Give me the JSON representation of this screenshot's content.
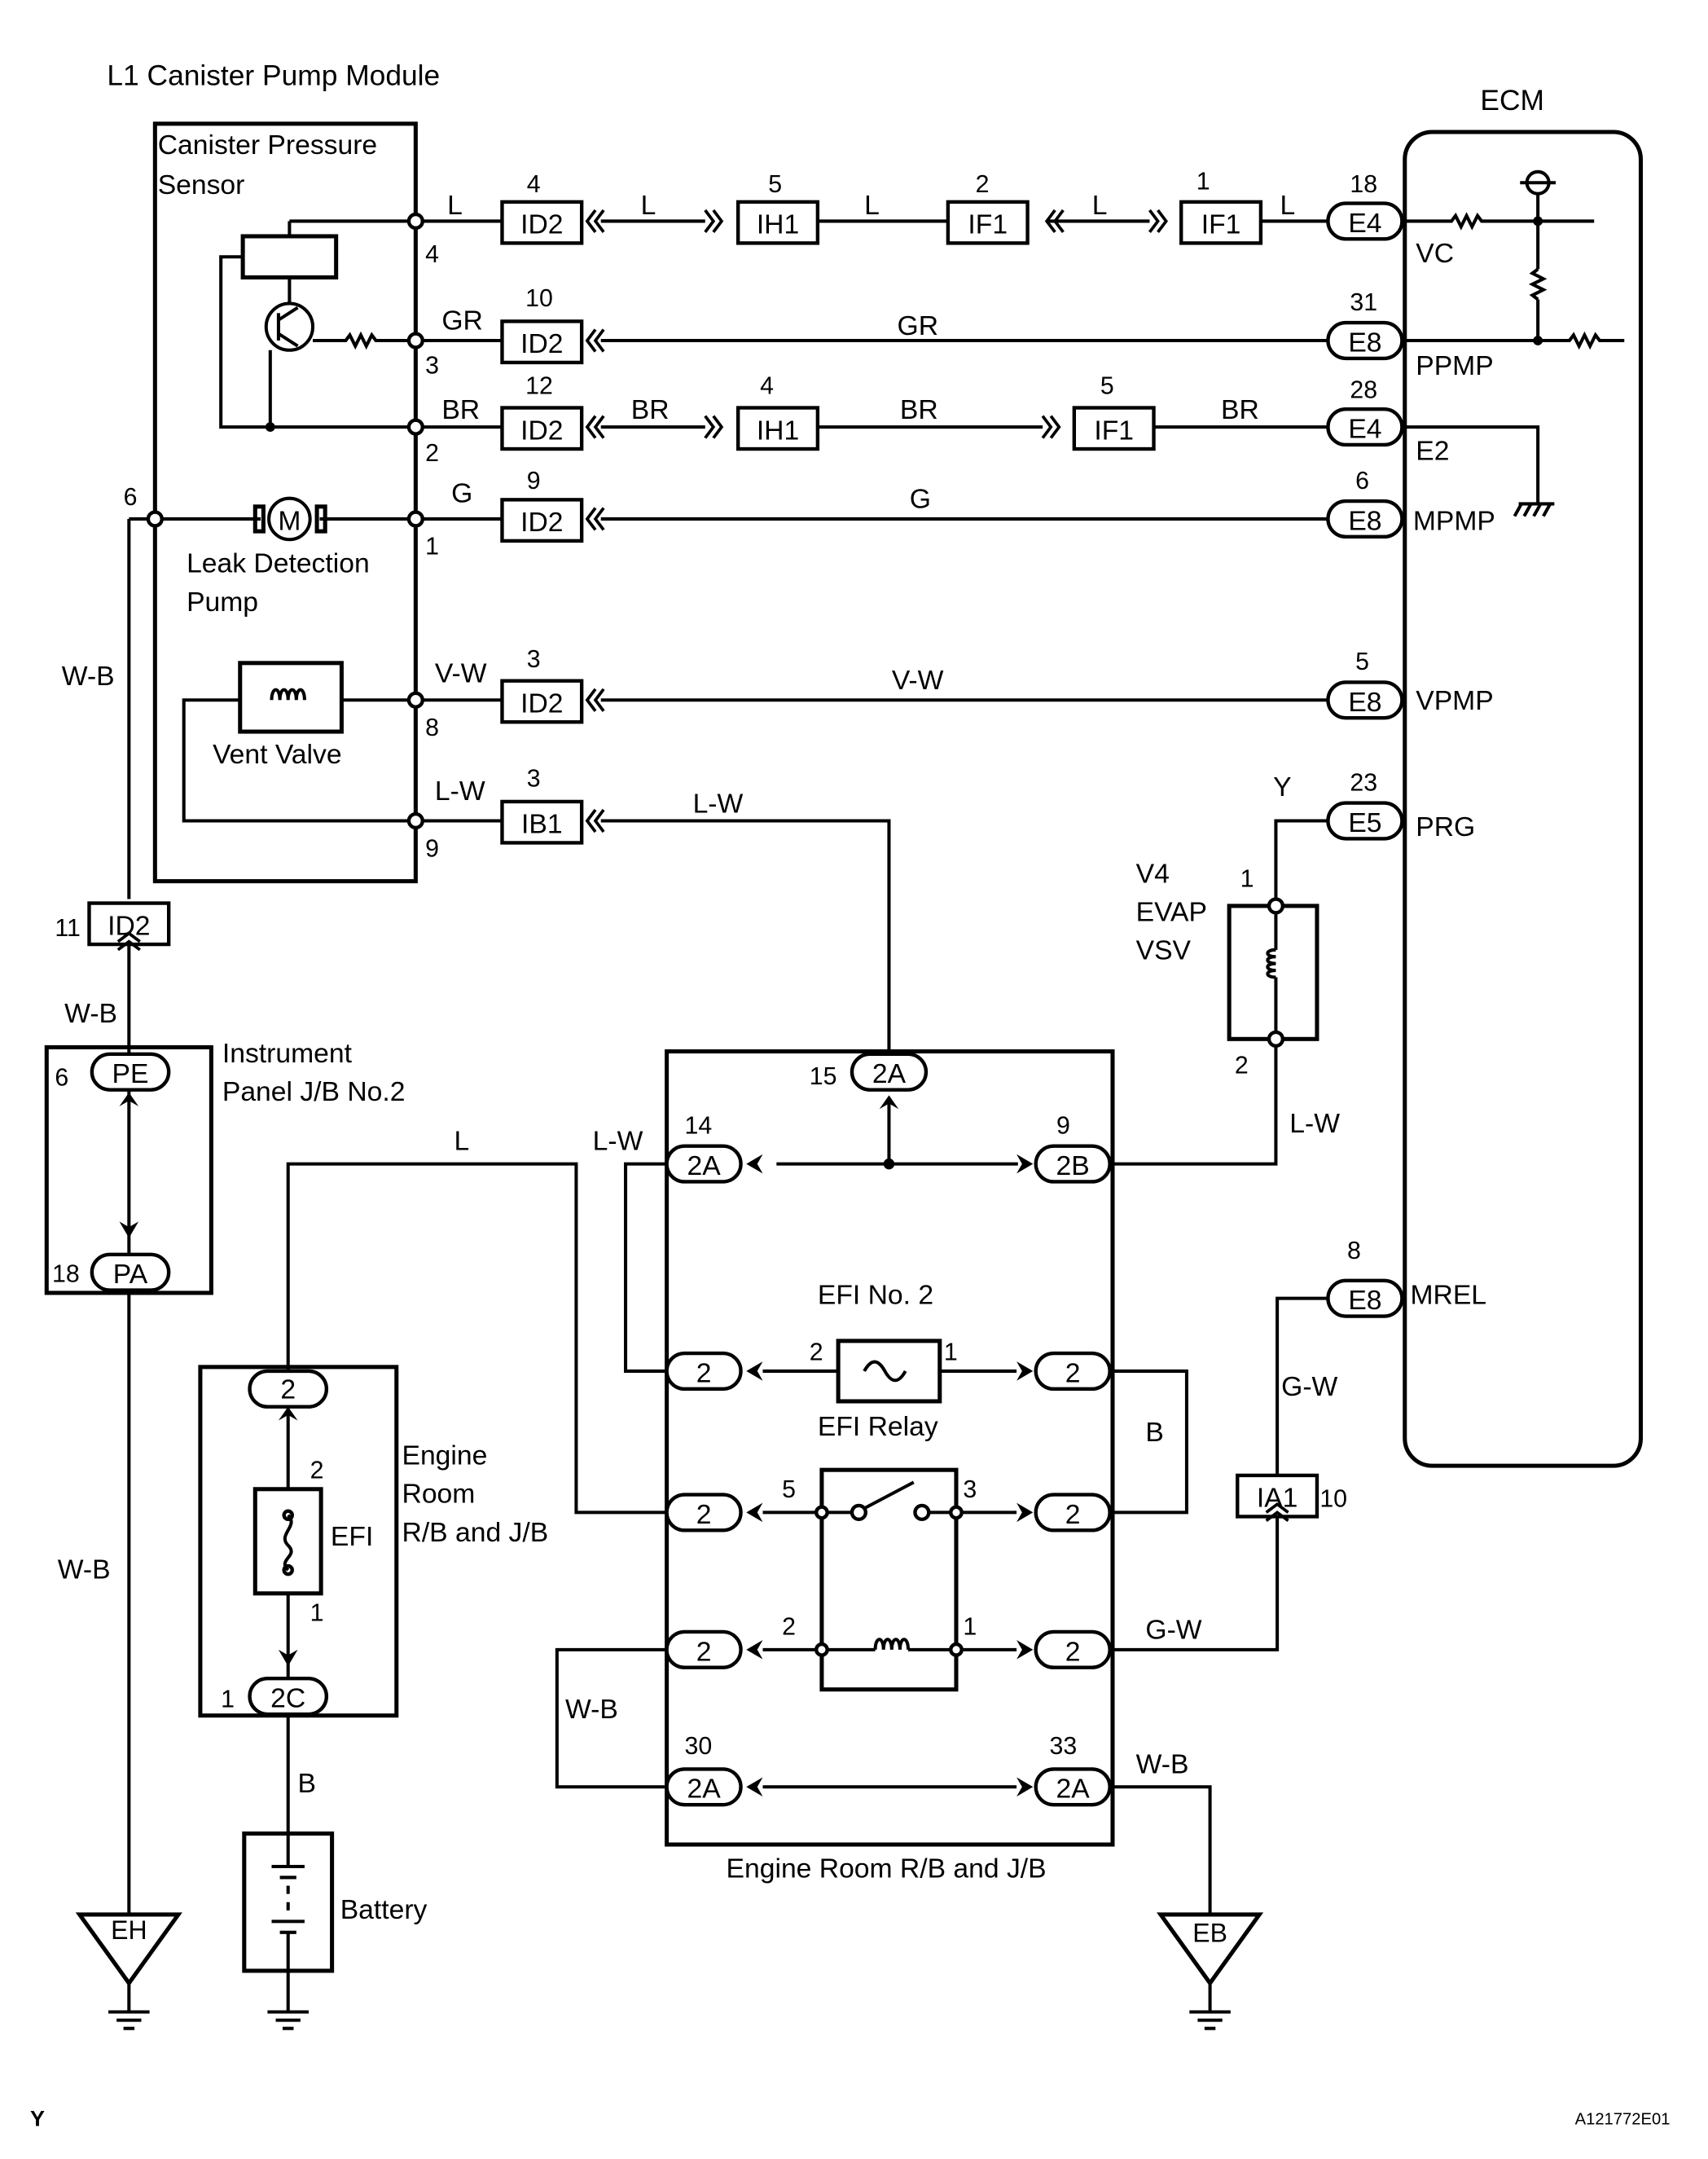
{
  "title": "L1 Canister Pump Module",
  "ecm_label": "ECM",
  "figure_id": "A121772E01",
  "corner_code": "Y",
  "module": {
    "sensor_label": [
      "Canister Pressure",
      "Sensor"
    ],
    "pump_label": [
      "Leak Detection",
      "Pump"
    ],
    "valve_label": "Vent Valve",
    "motor_symbol": "M",
    "pin_4": "4",
    "pin_3": "3",
    "pin_2": "2",
    "pin_1": "1",
    "pin_8": "8",
    "pin_9": "9",
    "pin_6": "6"
  },
  "wires": {
    "L": "L",
    "GR": "GR",
    "BR": "BR",
    "G": "G",
    "VW": "V-W",
    "LW": "L-W",
    "WB": "W-B",
    "Y": "Y",
    "GW": "G-W",
    "B": "B"
  },
  "connectors": {
    "ID2": "ID2",
    "IH1": "IH1",
    "IF1": "IF1",
    "IB1": "IB1",
    "IA1": "IA1",
    "E4": "E4",
    "E8": "E8",
    "E5": "E5",
    "PE": "PE",
    "PA": "PA",
    "A2": "2A",
    "B2": "2B",
    "C2": "2C",
    "N2": "2"
  },
  "pins": {
    "p1": "1",
    "p2": "2",
    "p3": "3",
    "p4": "4",
    "p5": "5",
    "p6": "6",
    "p8": "8",
    "p9": "9",
    "p10": "10",
    "p11": "11",
    "p12": "12",
    "p14": "14",
    "p15": "15",
    "p18": "18",
    "p23": "23",
    "p28": "28",
    "p30": "30",
    "p31": "31",
    "p33": "33"
  },
  "ecm_terminals": {
    "VC": "VC",
    "PPMP": "PPMP",
    "E2": "E2",
    "MPMP": "MPMP",
    "VPMP": "VPMP",
    "PRG": "PRG",
    "MREL": "MREL"
  },
  "vsv": {
    "lines": [
      "V4",
      "EVAP",
      "VSV"
    ]
  },
  "jb2": {
    "lines": [
      "Instrument",
      "Panel J/B No.2"
    ]
  },
  "engine_room": {
    "label_lines": [
      "Engine",
      "Room",
      "R/B and J/B"
    ],
    "bottom_label": "Engine Room R/B and J/B",
    "efi_fuse": "EFI",
    "efi_no2": "EFI No. 2",
    "efi_relay": "EFI Relay"
  },
  "battery": "Battery",
  "grounds": {
    "EH": "EH",
    "EB": "EB"
  }
}
